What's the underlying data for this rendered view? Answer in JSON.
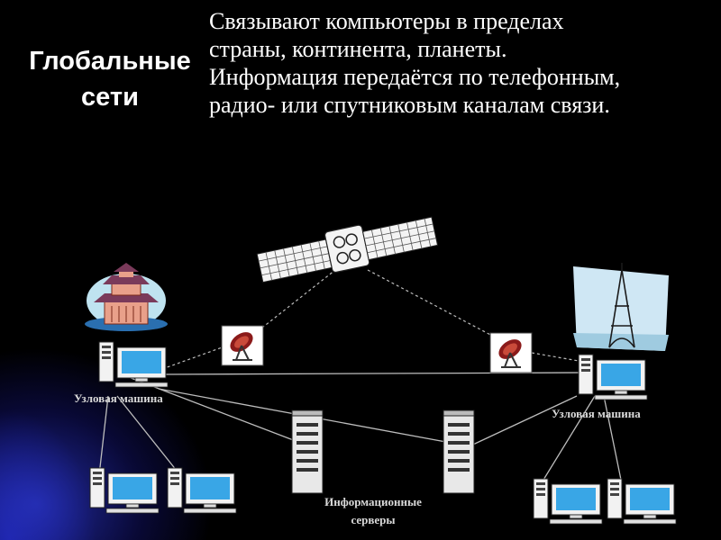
{
  "title": [
    "Глобальные",
    "сети"
  ],
  "description": [
    "Связывают компьютеры в пределах",
    "страны, континента, планеты.",
    "Информация передаётся по телефонным,",
    "радио- или спутниковым каналам связи."
  ],
  "diagram": {
    "node_left_label": "Узловая машина",
    "node_right_label": "Узловая машина",
    "servers_label": [
      "Информационные",
      "серверы"
    ]
  },
  "icons": [
    "satellite-icon",
    "satellite-dish-icon",
    "pagoda-icon",
    "eiffel-tower-icon",
    "server-icon",
    "computer-icon"
  ],
  "colors": {
    "background": "#000000",
    "glow": "#2832be",
    "text": "#ffffff",
    "screen": "#39a6e6",
    "line": "#bdbdbd"
  }
}
